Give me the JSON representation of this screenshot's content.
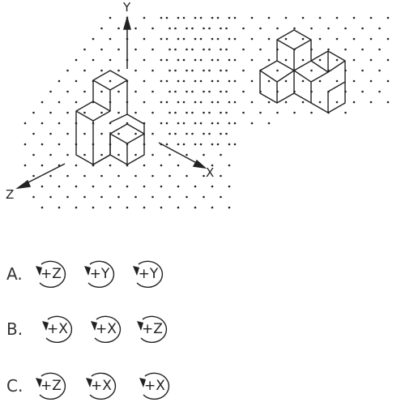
{
  "axes": {
    "y": "Y",
    "x": "X",
    "z": "Z"
  },
  "options": [
    {
      "letter": "A.",
      "rotations": [
        "+Z",
        "+Y",
        "+Y"
      ]
    },
    {
      "letter": "B.",
      "rotations": [
        "+X",
        "+X",
        "+Z"
      ]
    },
    {
      "letter": "C.",
      "rotations": [
        "+Z",
        "+X",
        "+X"
      ]
    }
  ]
}
